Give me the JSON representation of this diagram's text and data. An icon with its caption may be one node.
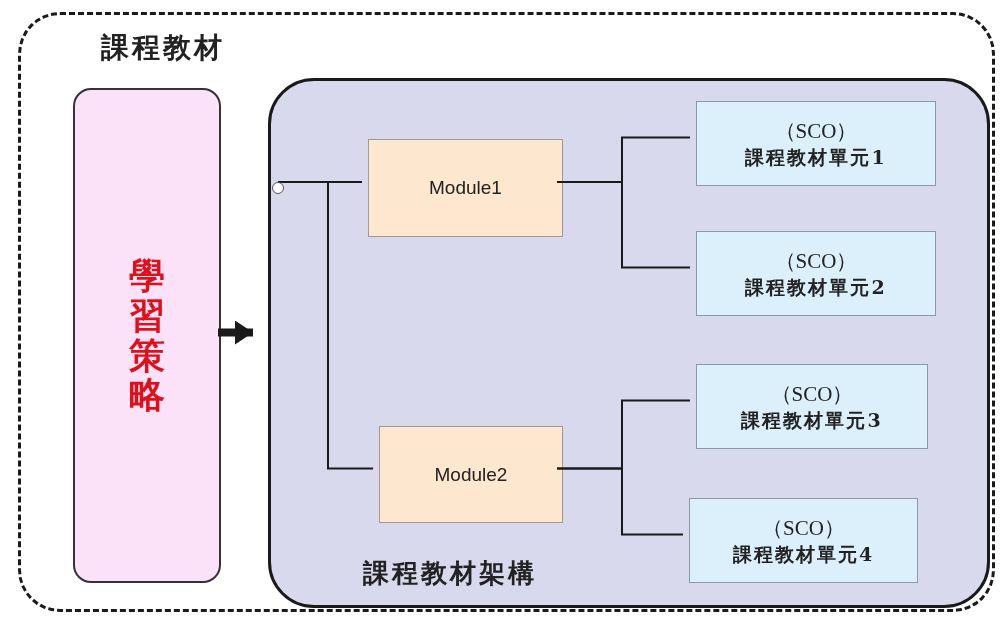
{
  "diagram": {
    "nodes": [
      {
        "text": [
          "課程教材"
        ]
      },
      {
        "text": [
          "學習策略"
        ],
        "in": 0
      },
      {
        "text": [
          "課程教材架構"
        ],
        "in": 0
      },
      {
        "text": [],
        "shape": "circle",
        "in": 2
      },
      {
        "text": [
          "Module1"
        ],
        "in": 2
      },
      {
        "text": [
          "Module2"
        ],
        "in": 2
      },
      {
        "text": [
          "（SCO）",
          "課程教材單元1"
        ],
        "in": 2
      },
      {
        "text": [
          "（SCO）",
          "課程教材單元2"
        ],
        "in": 2
      },
      {
        "text": [
          "（SCO）",
          "課程教材單元3"
        ],
        "in": 2
      },
      {
        "text": [
          "（SCO）",
          "課程教材單元4"
        ],
        "in": 2
      }
    ],
    "edges": [
      {
        "from": 1,
        "to": 2,
        "arrow": "to",
        "style": "thick"
      },
      {
        "from": 3,
        "to": 4,
        "arrow": "none"
      },
      {
        "from": 3,
        "to": 5,
        "arrow": "none"
      },
      {
        "from": 4,
        "to": 6,
        "arrow": "none"
      },
      {
        "from": 4,
        "to": 7,
        "arrow": "none"
      },
      {
        "from": 5,
        "to": 8,
        "arrow": "none"
      },
      {
        "from": 5,
        "to": 9,
        "arrow": "none"
      }
    ]
  }
}
